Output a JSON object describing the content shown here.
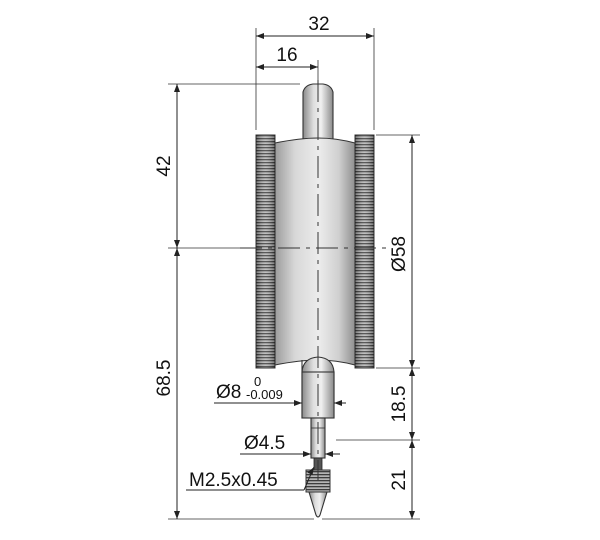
{
  "dimensions": {
    "width_32": "32",
    "width_16": "16",
    "height_42": "42",
    "height_68_5": "68.5",
    "diameter_58": "Ø58",
    "stem_diameter": "Ø8",
    "stem_tol_upper": "0",
    "stem_tol_lower": "-0.009",
    "length_18_5": "18.5",
    "spindle_diameter": "Ø4.5",
    "thread": "M2.5x0.45",
    "length_21": "21"
  },
  "colors": {
    "line": "#222222",
    "body_fill": "#d6d6d6",
    "knurl_dark": "#444444",
    "knurl_light": "#9a9a9a"
  }
}
